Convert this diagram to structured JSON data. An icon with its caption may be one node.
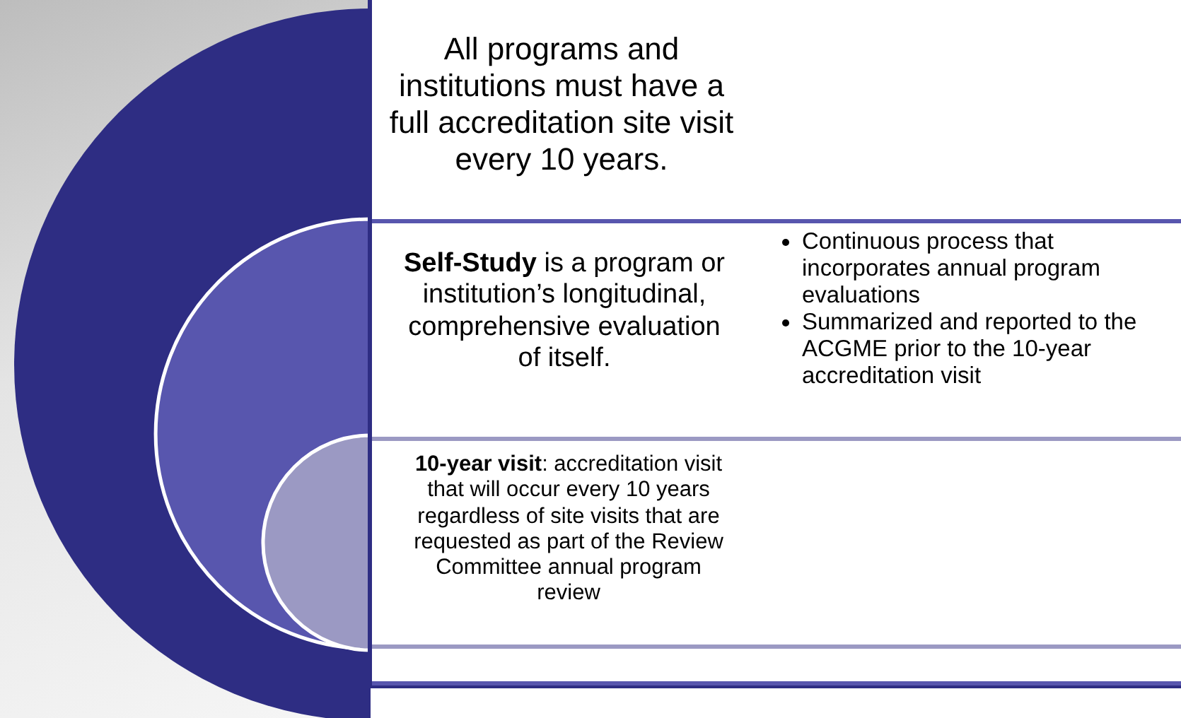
{
  "diagram": {
    "nodes": [
      {
        "text": [
          "All programs and institutions must have a full accreditation site visit every 10 years."
        ]
      },
      {
        "text": [
          "**Self-Study** is a program or institution’s longitudinal, comprehensive evaluation of itself.",
          "Continuous process that incorporates annual program evaluations",
          "Summarized and reported to the ACGME prior to the 10-year accreditation visit"
        ],
        "in": 0
      },
      {
        "text": [
          "**10-year visit**: accreditation visit that will occur every 10 years regardless of site visits that are requested as part of the Review Committee annual program review"
        ],
        "in": 1
      }
    ]
  }
}
